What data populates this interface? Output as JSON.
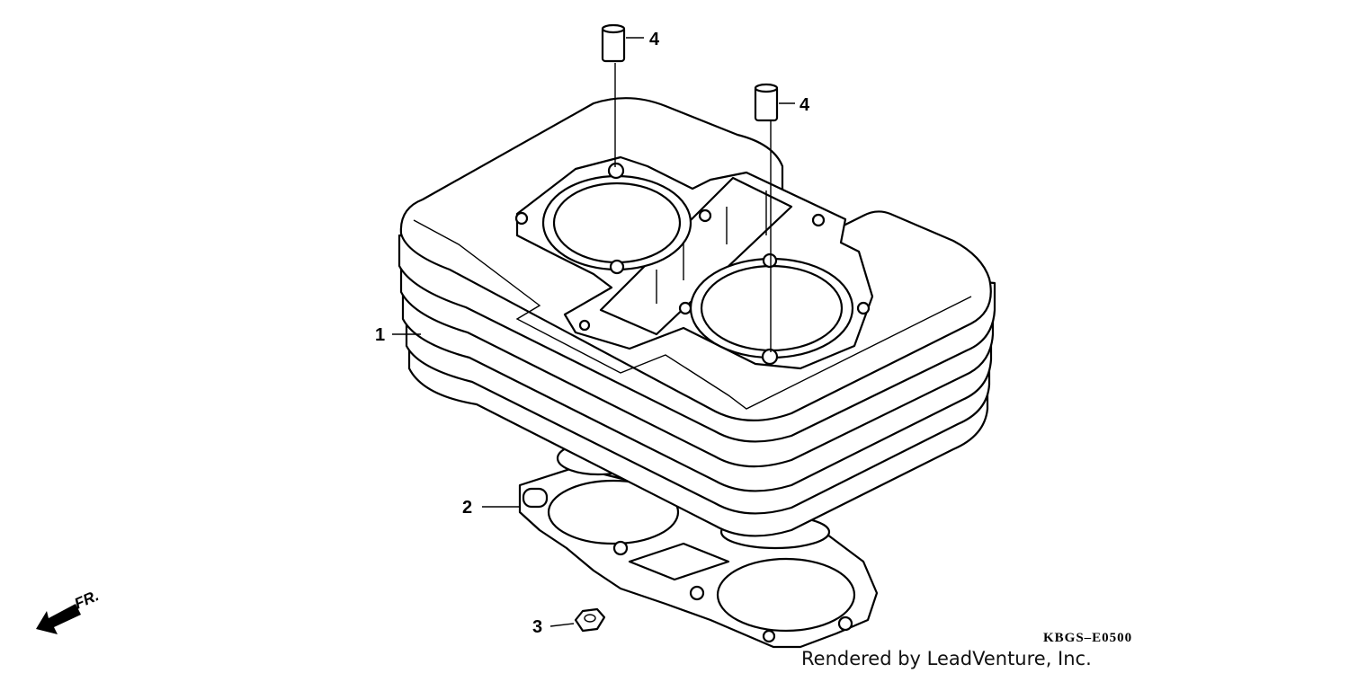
{
  "diagram": {
    "callouts": [
      {
        "id": "cylinder",
        "number": "1"
      },
      {
        "id": "gasket",
        "number": "2"
      },
      {
        "id": "nut",
        "number": "3"
      },
      {
        "id": "dowel-left",
        "number": "4"
      },
      {
        "id": "dowel-right",
        "number": "4"
      }
    ],
    "front_indicator": "FR.",
    "drawing_code": "KBGS–E0500",
    "credit": "Rendered by LeadVenture, Inc.",
    "icons": [
      "front-arrow-icon"
    ]
  }
}
